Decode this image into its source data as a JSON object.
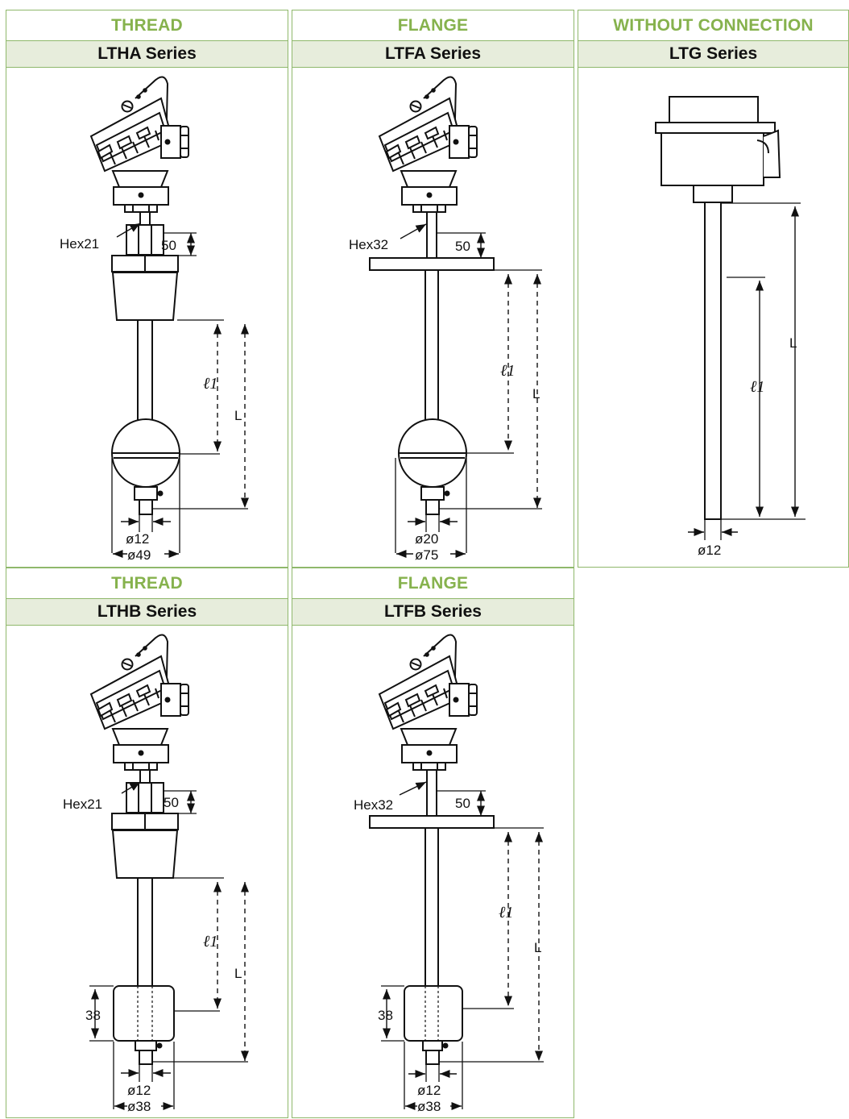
{
  "colors": {
    "accent": "#86b24d",
    "border": "#8fb86b",
    "band": "#e7eddc"
  },
  "panels": [
    {
      "category": "THREAD",
      "series": "LTHA Series",
      "labels": {
        "hex": "Hex21",
        "top": "50",
        "l1": "ℓ1",
        "L": "L",
        "d_small": "ø12",
        "d_large": "ø49"
      }
    },
    {
      "category": "FLANGE",
      "series": "LTFA Series",
      "labels": {
        "hex": "Hex32",
        "top": "50",
        "l1": "ℓ1",
        "L": "L",
        "d_small": "ø20",
        "d_large": "ø75"
      }
    },
    {
      "category": "WITHOUT CONNECTION",
      "series": "LTG Series",
      "labels": {
        "L": "L",
        "l1": "ℓ1",
        "d_small": "ø12"
      }
    },
    {
      "category": "THREAD",
      "series": "LTHB Series",
      "labels": {
        "hex": "Hex21",
        "top": "50",
        "l1": "ℓ1",
        "L": "L",
        "h": "38",
        "d_small": "ø12",
        "d_large": "ø38"
      }
    },
    {
      "category": "FLANGE",
      "series": "LTFB Series",
      "labels": {
        "hex": "Hex32",
        "top": "50",
        "l1": "ℓ1",
        "L": "L",
        "h": "38",
        "d_small": "ø12",
        "d_large": "ø38"
      }
    }
  ]
}
